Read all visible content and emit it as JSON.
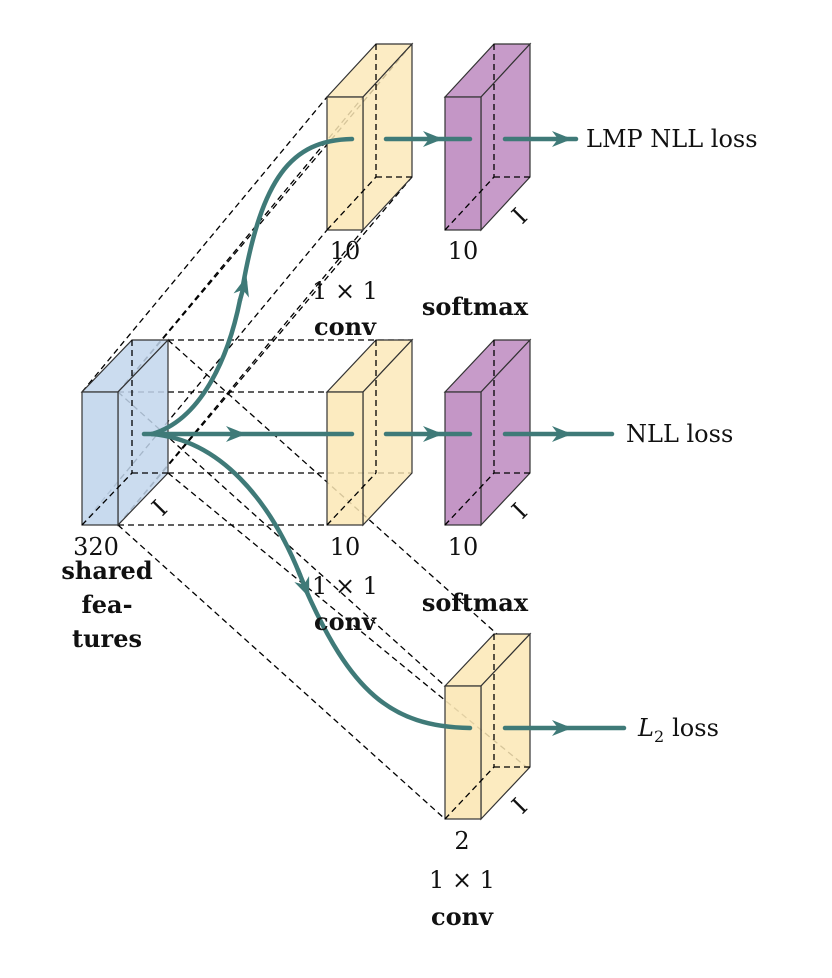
{
  "colors": {
    "shared_block": "#c2d6ec",
    "conv_block": "#fbe7b5",
    "softmax_block": "#c496c6",
    "flow_arrow": "#3f7a78"
  },
  "shared": {
    "channels": "320",
    "label_line1": "shared",
    "label_line2": "fea-",
    "label_line3": "tures",
    "depth_mark": "I"
  },
  "top_branch": {
    "conv_channels": "10",
    "conv_kernel": "1 × 1",
    "conv_label": "conv",
    "softmax_channels": "10",
    "softmax_label": "softmax",
    "depth_mark": "I",
    "loss": "LMP NLL loss"
  },
  "middle_branch": {
    "conv_channels": "10",
    "conv_kernel": "1 × 1",
    "conv_label": "conv",
    "softmax_channels": "10",
    "softmax_label": "softmax",
    "depth_mark": "I",
    "loss": "NLL loss"
  },
  "bottom_branch": {
    "conv_channels": "2",
    "conv_kernel": "1 × 1",
    "conv_label": "conv",
    "depth_mark": "I",
    "loss_symbol": "L",
    "loss_subscript": "2",
    "loss_word": "loss"
  }
}
